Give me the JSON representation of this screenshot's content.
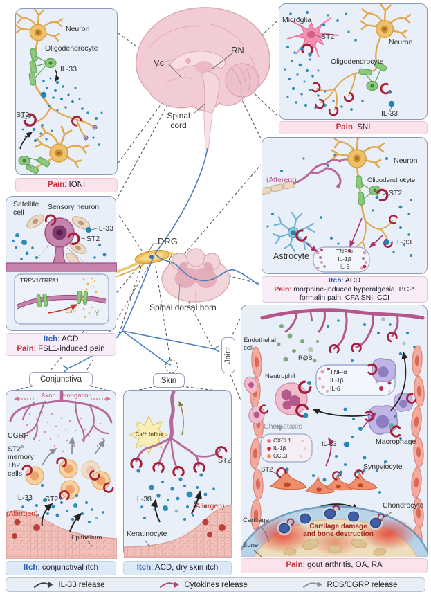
{
  "ui": {
    "sep": ": "
  },
  "colors": {
    "pain_keyword": "#c5303a",
    "itch_keyword": "#2e5fb5",
    "il33_dot": "#2d8bb5",
    "st2_receptor": "#a81e38",
    "panel_bg": "#e9eff8"
  },
  "central": {
    "vc": "Vc",
    "rn": "RN",
    "spinal_cord_l1": "Spinal",
    "spinal_cord_l2": "cord",
    "drg": "DRG",
    "spinal_dorsal_horn": "Spinal dorsal horn"
  },
  "panel_ioni": {
    "labels": {
      "neuron": "Neuron",
      "oligodendrocyte": "Oligodendrocyte",
      "il33": "IL-33",
      "st2": "ST2"
    },
    "caption": {
      "keyword": "Pain",
      "text": "IONI"
    }
  },
  "panel_sni": {
    "labels": {
      "microglia": "Microglia",
      "st2": "ST2",
      "neuron": "Neuron",
      "oligodendrocyte": "Oligodendrocyte",
      "il33": "IL-33"
    },
    "caption": {
      "keyword": "Pain",
      "text": "SNI"
    }
  },
  "panel_spinal": {
    "labels": {
      "afferent": "(Afferent)",
      "neuron": "Neuron",
      "oligodendrocyte": "Oligodendrocyte",
      "st2": "ST2",
      "astrocyte": "Astrocyte",
      "il33": "IL-33",
      "cytokines": [
        "TNF-α",
        "IL-1β",
        "IL-6"
      ]
    },
    "caption_itch": {
      "keyword": "Itch",
      "text": "ACD"
    },
    "caption_pain": {
      "keyword": "Pain",
      "text": "morphine-induced hyperalgesia, BCP, formalin pain, CFA SNI, CCI"
    }
  },
  "panel_drg": {
    "labels": {
      "satellite_l1": "Satellite",
      "satellite_l2": "cell",
      "sensory_neuron": "Sensory neuron",
      "il33": "IL-33",
      "st2": "ST2",
      "trp": "TRPV1/TRPA1",
      "ca": "Ca²⁺"
    },
    "caption_itch": {
      "keyword": "Itch",
      "text": "ACD"
    },
    "caption_pain": {
      "keyword": "Pain",
      "text": "FSL1-induced pain"
    }
  },
  "panel_conjunctiva": {
    "title": "Conjunctiva",
    "labels": {
      "axon": "Axon",
      "elongation": "elongation",
      "cgrp": "CGRP",
      "st2hi_base": "ST2",
      "st2hi_sup": "hi",
      "th2_l2": "memory",
      "th2_l3": "Th2",
      "th2_l4": "cells",
      "il33": "IL-33",
      "st2": "ST2",
      "allergen": "(Allergen)",
      "epithelium": "Epithelium"
    },
    "caption": {
      "keyword": "Itch",
      "text": "conjunctival itch"
    }
  },
  "panel_skin": {
    "title": "Skin",
    "labels": {
      "ca_influx": "Ca²⁺ Influx",
      "st2": "ST2",
      "il33": "IL-33",
      "allergen": "(Allergen)",
      "keratinocyte": "Keratinocyte"
    },
    "caption": {
      "keyword": "Itch",
      "text": "ACD, dry skin itch"
    }
  },
  "panel_joint": {
    "title": "Joint",
    "labels": {
      "endothelial_l1": "Endothelial",
      "endothelial_l2": "cell",
      "ros": "ROS",
      "neutrophil": "Neutrophil",
      "chemotaxis": "Chemotaxis",
      "chemokines": [
        "CXCL1",
        "IL-1β",
        "CCL3"
      ],
      "cytokines": [
        "TNF-α",
        "IL-1β",
        "IL-6"
      ],
      "il33": "IL-33",
      "macrophage": "Macrophage",
      "st2": "ST2",
      "synoviocyte": "Synoviocyte",
      "chondrocyte": "Chondrocyte",
      "cartilage": "Cartilage",
      "bone": "Bone",
      "damage_l1": "Cartilage damage",
      "damage_l2": "and bone destruction"
    },
    "caption": {
      "keyword": "Pain",
      "text": "gout arthritis, OA, RA"
    }
  },
  "legend": {
    "items": [
      {
        "label": "IL-33 release",
        "color": "#3a3f45"
      },
      {
        "label": "Cytokines release",
        "color": "#b0457a"
      },
      {
        "label": "ROS/CGRP release",
        "color": "#8a9098"
      }
    ]
  }
}
